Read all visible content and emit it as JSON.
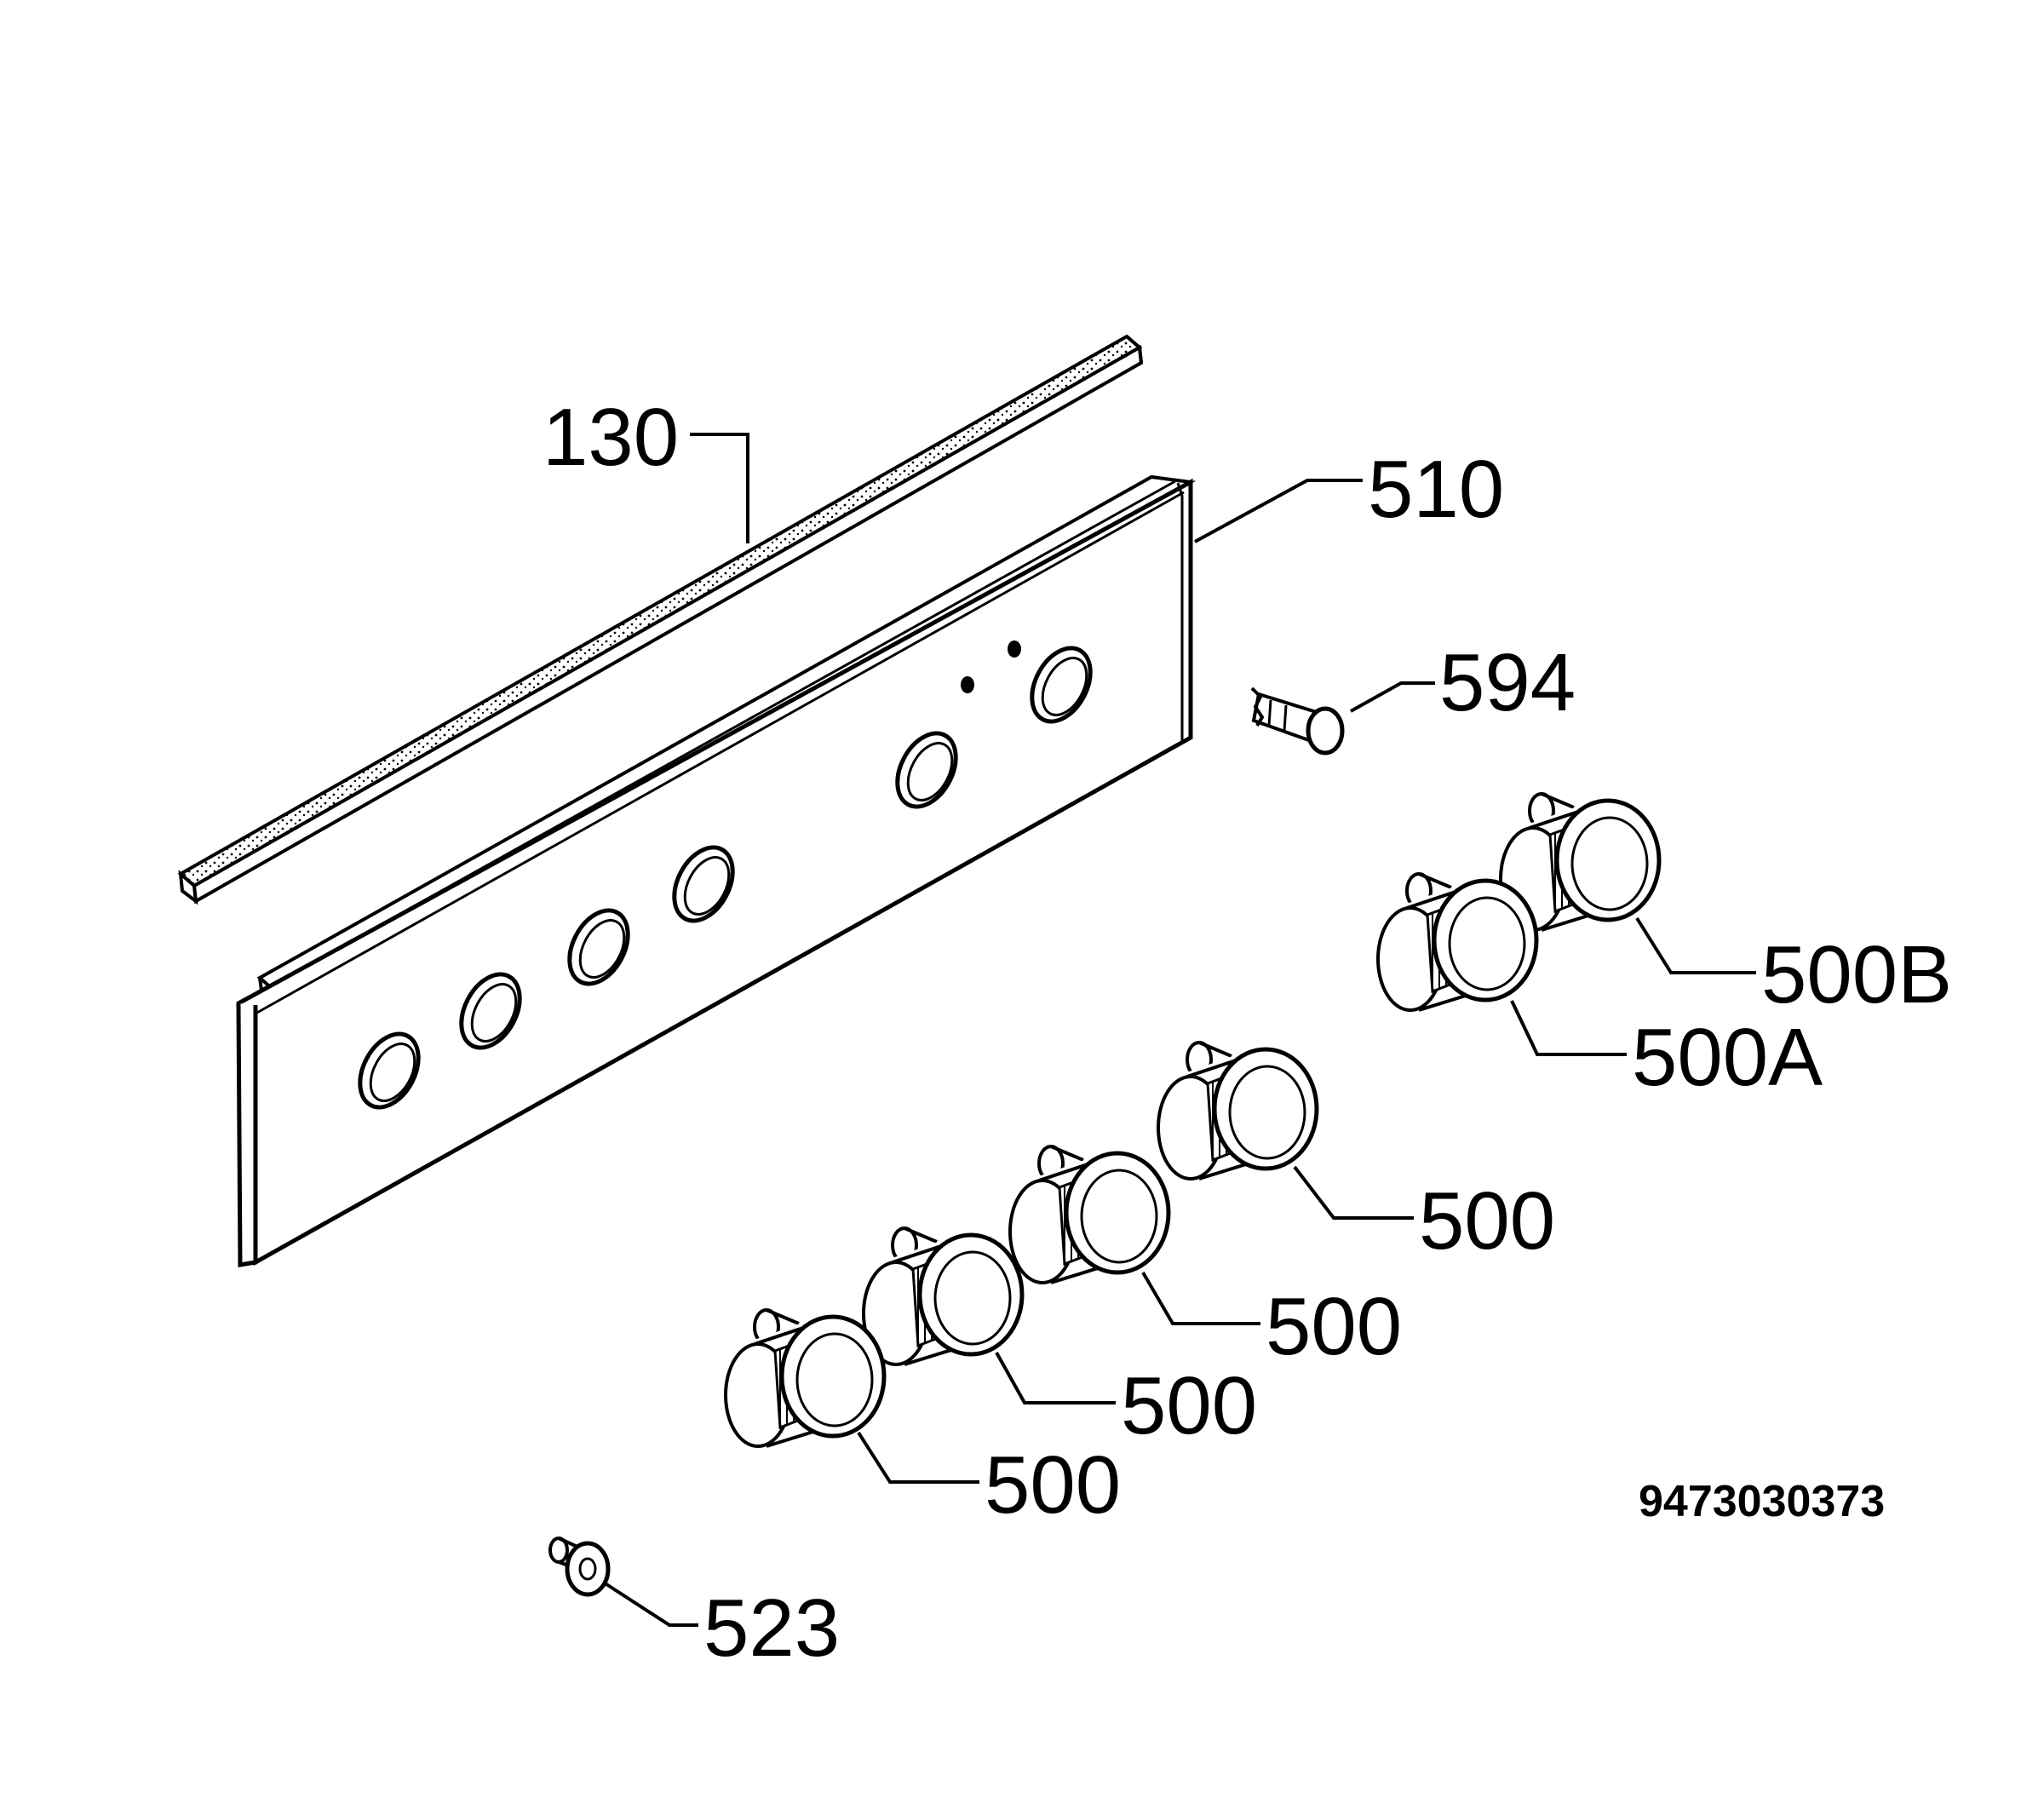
{
  "diagram": {
    "reference_number": "9473030373",
    "colors": {
      "line": "#000000",
      "background": "#ffffff",
      "strip_fill": "#d9d9d9"
    },
    "callouts": [
      {
        "id": "130",
        "label": "130"
      },
      {
        "id": "510",
        "label": "510"
      },
      {
        "id": "594",
        "label": "594"
      },
      {
        "id": "500B",
        "label": "500B"
      },
      {
        "id": "500A",
        "label": "500A"
      },
      {
        "id": "500-1",
        "label": "500"
      },
      {
        "id": "500-2",
        "label": "500"
      },
      {
        "id": "500-3",
        "label": "500"
      },
      {
        "id": "500-4",
        "label": "500"
      },
      {
        "id": "523",
        "label": "523"
      }
    ]
  }
}
